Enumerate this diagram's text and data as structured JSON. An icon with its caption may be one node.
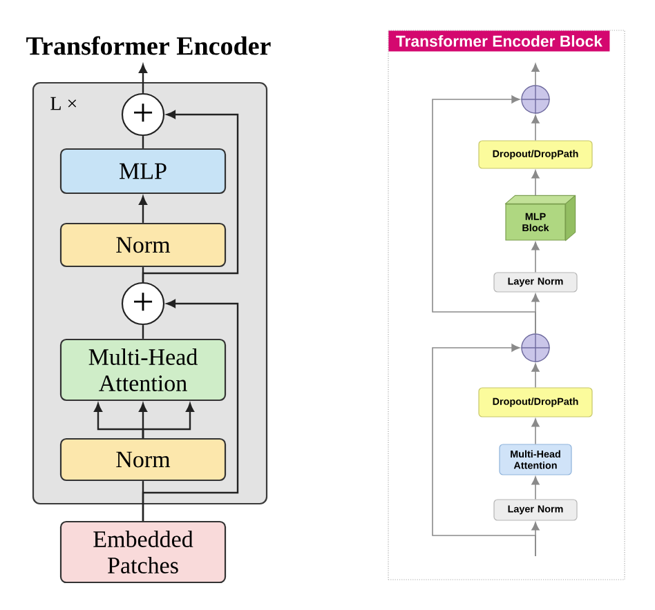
{
  "diagram": {
    "nodes": [
      {
        "text": [
          "Transformer Encoder"
        ]
      },
      {
        "text": [
          "L ×"
        ]
      },
      {
        "text": [
          "+"
        ],
        "in": 1
      },
      {
        "text": [
          "MLP"
        ],
        "in": 1
      },
      {
        "text": [
          "Norm"
        ],
        "in": 1
      },
      {
        "text": [
          "+"
        ],
        "in": 1
      },
      {
        "text": [
          "Multi-Head Attention"
        ],
        "in": 1
      },
      {
        "text": [
          "Norm"
        ],
        "in": 1
      },
      {
        "text": [
          "Embedded Patches"
        ]
      },
      {
        "text": [
          "Transformer Encoder Block"
        ]
      },
      {
        "text": [],
        "shape": "circle",
        "in": 9
      },
      {
        "text": [
          "Dropout/DropPath"
        ],
        "in": 9
      },
      {
        "text": [
          "MLP Block"
        ],
        "in": 9
      },
      {
        "text": [
          "Layer Norm"
        ],
        "in": 9
      },
      {
        "text": [],
        "shape": "circle",
        "in": 9
      },
      {
        "text": [
          "Dropout/DropPath"
        ],
        "in": 9
      },
      {
        "text": [
          "Multi-Head Attention"
        ],
        "in": 9
      },
      {
        "text": [
          "Layer Norm"
        ],
        "in": 9
      }
    ],
    "edges": [
      {
        "from": 2,
        "to": 0,
        "arrow": "to"
      },
      {
        "from": 3,
        "to": 2,
        "arrow": "none"
      },
      {
        "from": 4,
        "to": 3,
        "arrow": "to"
      },
      {
        "from": 5,
        "to": 4,
        "arrow": "none"
      },
      {
        "from": 6,
        "to": 5,
        "arrow": "none"
      },
      {
        "from": 7,
        "to": 6,
        "arrow": "to"
      },
      {
        "from": 7,
        "to": 6,
        "arrow": "to"
      },
      {
        "from": 7,
        "to": 6,
        "arrow": "to"
      },
      {
        "from": 8,
        "to": 7,
        "arrow": "none"
      },
      {
        "from": 8,
        "to": 5,
        "arrow": "to"
      },
      {
        "from": 5,
        "to": 2,
        "arrow": "to"
      },
      {
        "from": 10,
        "to": null,
        "arrow": "to",
        "color": "#8a8a8a"
      },
      {
        "from": 11,
        "to": 10,
        "arrow": "to",
        "color": "#8a8a8a"
      },
      {
        "from": 12,
        "to": 11,
        "arrow": "to",
        "color": "#8a8a8a"
      },
      {
        "from": 13,
        "to": 12,
        "arrow": "to",
        "color": "#8a8a8a"
      },
      {
        "from": 14,
        "to": 13,
        "arrow": "to",
        "color": "#8a8a8a"
      },
      {
        "from": 14,
        "to": 10,
        "arrow": "to",
        "color": "#8a8a8a"
      },
      {
        "from": 15,
        "to": 14,
        "arrow": "to",
        "color": "#8a8a8a"
      },
      {
        "from": 16,
        "to": 15,
        "arrow": "to",
        "color": "#8a8a8a"
      },
      {
        "from": 17,
        "to": 16,
        "arrow": "to",
        "color": "#8a8a8a"
      },
      {
        "from": null,
        "to": 17,
        "arrow": "to",
        "color": "#8a8a8a"
      },
      {
        "from": null,
        "to": 14,
        "arrow": "to",
        "color": "#8a8a8a"
      }
    ]
  }
}
